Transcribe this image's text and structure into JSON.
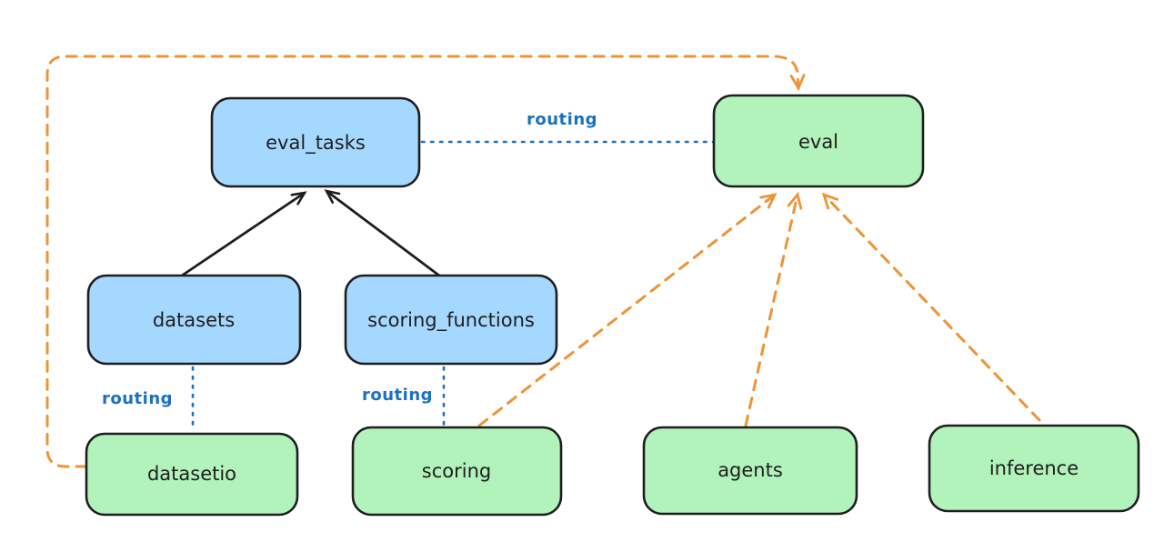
{
  "colors": {
    "background": "#ffffff",
    "blue_fill": "#a5d8ff",
    "green_fill": "#b2f2bb",
    "stroke": "#1e1e1e",
    "blue_line": "#1971c2",
    "orange_line": "#ec9436"
  },
  "nodes": [
    {
      "id": "eval_tasks",
      "label": "eval_tasks",
      "fill": "blue"
    },
    {
      "id": "eval",
      "label": "eval",
      "fill": "green"
    },
    {
      "id": "datasets",
      "label": "datasets",
      "fill": "blue"
    },
    {
      "id": "scoring_functions",
      "label": "scoring_functions",
      "fill": "blue"
    },
    {
      "id": "datasetio",
      "label": "datasetio",
      "fill": "green"
    },
    {
      "id": "scoring",
      "label": "scoring",
      "fill": "green"
    },
    {
      "id": "agents",
      "label": "agents",
      "fill": "green"
    },
    {
      "id": "inference",
      "label": "inference",
      "fill": "green"
    }
  ],
  "edges": [
    {
      "from": "datasets",
      "to": "eval_tasks",
      "style": "solid-black-arrow",
      "label": ""
    },
    {
      "from": "scoring_functions",
      "to": "eval_tasks",
      "style": "solid-black-arrow",
      "label": ""
    },
    {
      "from": "eval_tasks",
      "to": "eval",
      "style": "dotted-blue",
      "label": "routing"
    },
    {
      "from": "datasets",
      "to": "datasetio",
      "style": "dotted-blue",
      "label": "routing"
    },
    {
      "from": "scoring_functions",
      "to": "scoring",
      "style": "dotted-blue",
      "label": "routing"
    },
    {
      "from": "datasetio",
      "to": "eval",
      "style": "dashed-orange-arrow",
      "label": ""
    },
    {
      "from": "scoring",
      "to": "eval",
      "style": "dashed-orange-arrow",
      "label": ""
    },
    {
      "from": "agents",
      "to": "eval",
      "style": "dashed-orange-arrow",
      "label": ""
    },
    {
      "from": "inference",
      "to": "eval",
      "style": "dashed-orange-arrow",
      "label": ""
    }
  ]
}
